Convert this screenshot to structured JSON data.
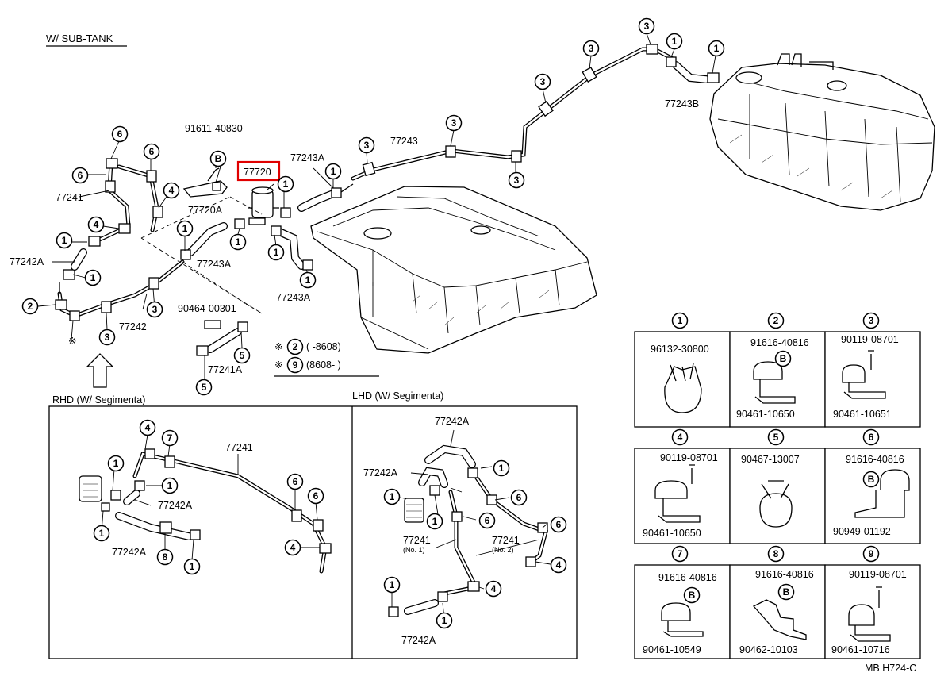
{
  "header": {
    "title": "W/ SUB-TANK"
  },
  "callouts": {
    "c1": "1",
    "c2": "2",
    "c3": "3",
    "c4": "4",
    "c5": "5",
    "c6": "6",
    "c7": "7",
    "c8": "8",
    "c9": "9",
    "b": "B"
  },
  "main_labels": {
    "p91611_40830": "91611-40830",
    "p77720": "77720",
    "p77720A": "77720A",
    "p77243A_top": "77243A",
    "p77243": "77243",
    "p77243B": "77243B",
    "p77241": "77241",
    "p77242A": "77242A",
    "p77242": "77242",
    "p77243A_left": "77243A",
    "p77243A_bottom": "77243A",
    "p90464_00301": "90464-00301",
    "p77241A": "77241A",
    "asterisk": "※"
  },
  "date_notes": {
    "note2_range": "(      -8608)",
    "note9_range": "(8608-          )"
  },
  "rhd_panel": {
    "title": "RHD (W/ Segimenta)",
    "p77241": "77241",
    "p77242A_1": "77242A",
    "p77242A_2": "77242A"
  },
  "lhd_panel": {
    "title": "LHD (W/ Segimenta)",
    "p77242A_top": "77242A",
    "p77242A_mid": "77242A",
    "p77241_no1": "77241",
    "no1": "(No. 1)",
    "p77241_no2": "77241",
    "no2": "(No. 2)",
    "p77242A_bottom": "77242A"
  },
  "legend_cells": [
    {
      "index": "1",
      "part_a": "96132-30800",
      "part_b": ""
    },
    {
      "index": "2",
      "part_a": "91616-40816",
      "part_b": "90461-10650"
    },
    {
      "index": "3",
      "part_a": "90119-08701",
      "part_b": "90461-10651"
    },
    {
      "index": "4",
      "part_a": "90119-08701",
      "part_b": "90461-10650"
    },
    {
      "index": "5",
      "part_a": "90467-13007",
      "part_b": ""
    },
    {
      "index": "6",
      "part_a": "91616-40816",
      "part_b": "90949-01192"
    },
    {
      "index": "7",
      "part_a": "91616-40816",
      "part_b": "90461-10549"
    },
    {
      "index": "8",
      "part_a": "91616-40816",
      "part_b": "90462-10103"
    },
    {
      "index": "9",
      "part_a": "90119-08701",
      "part_b": "90461-10716"
    }
  ],
  "footer": {
    "code": "MB  H724-C"
  },
  "colors": {
    "highlight": "#e00000",
    "ink": "#000000",
    "paper": "#ffffff"
  }
}
